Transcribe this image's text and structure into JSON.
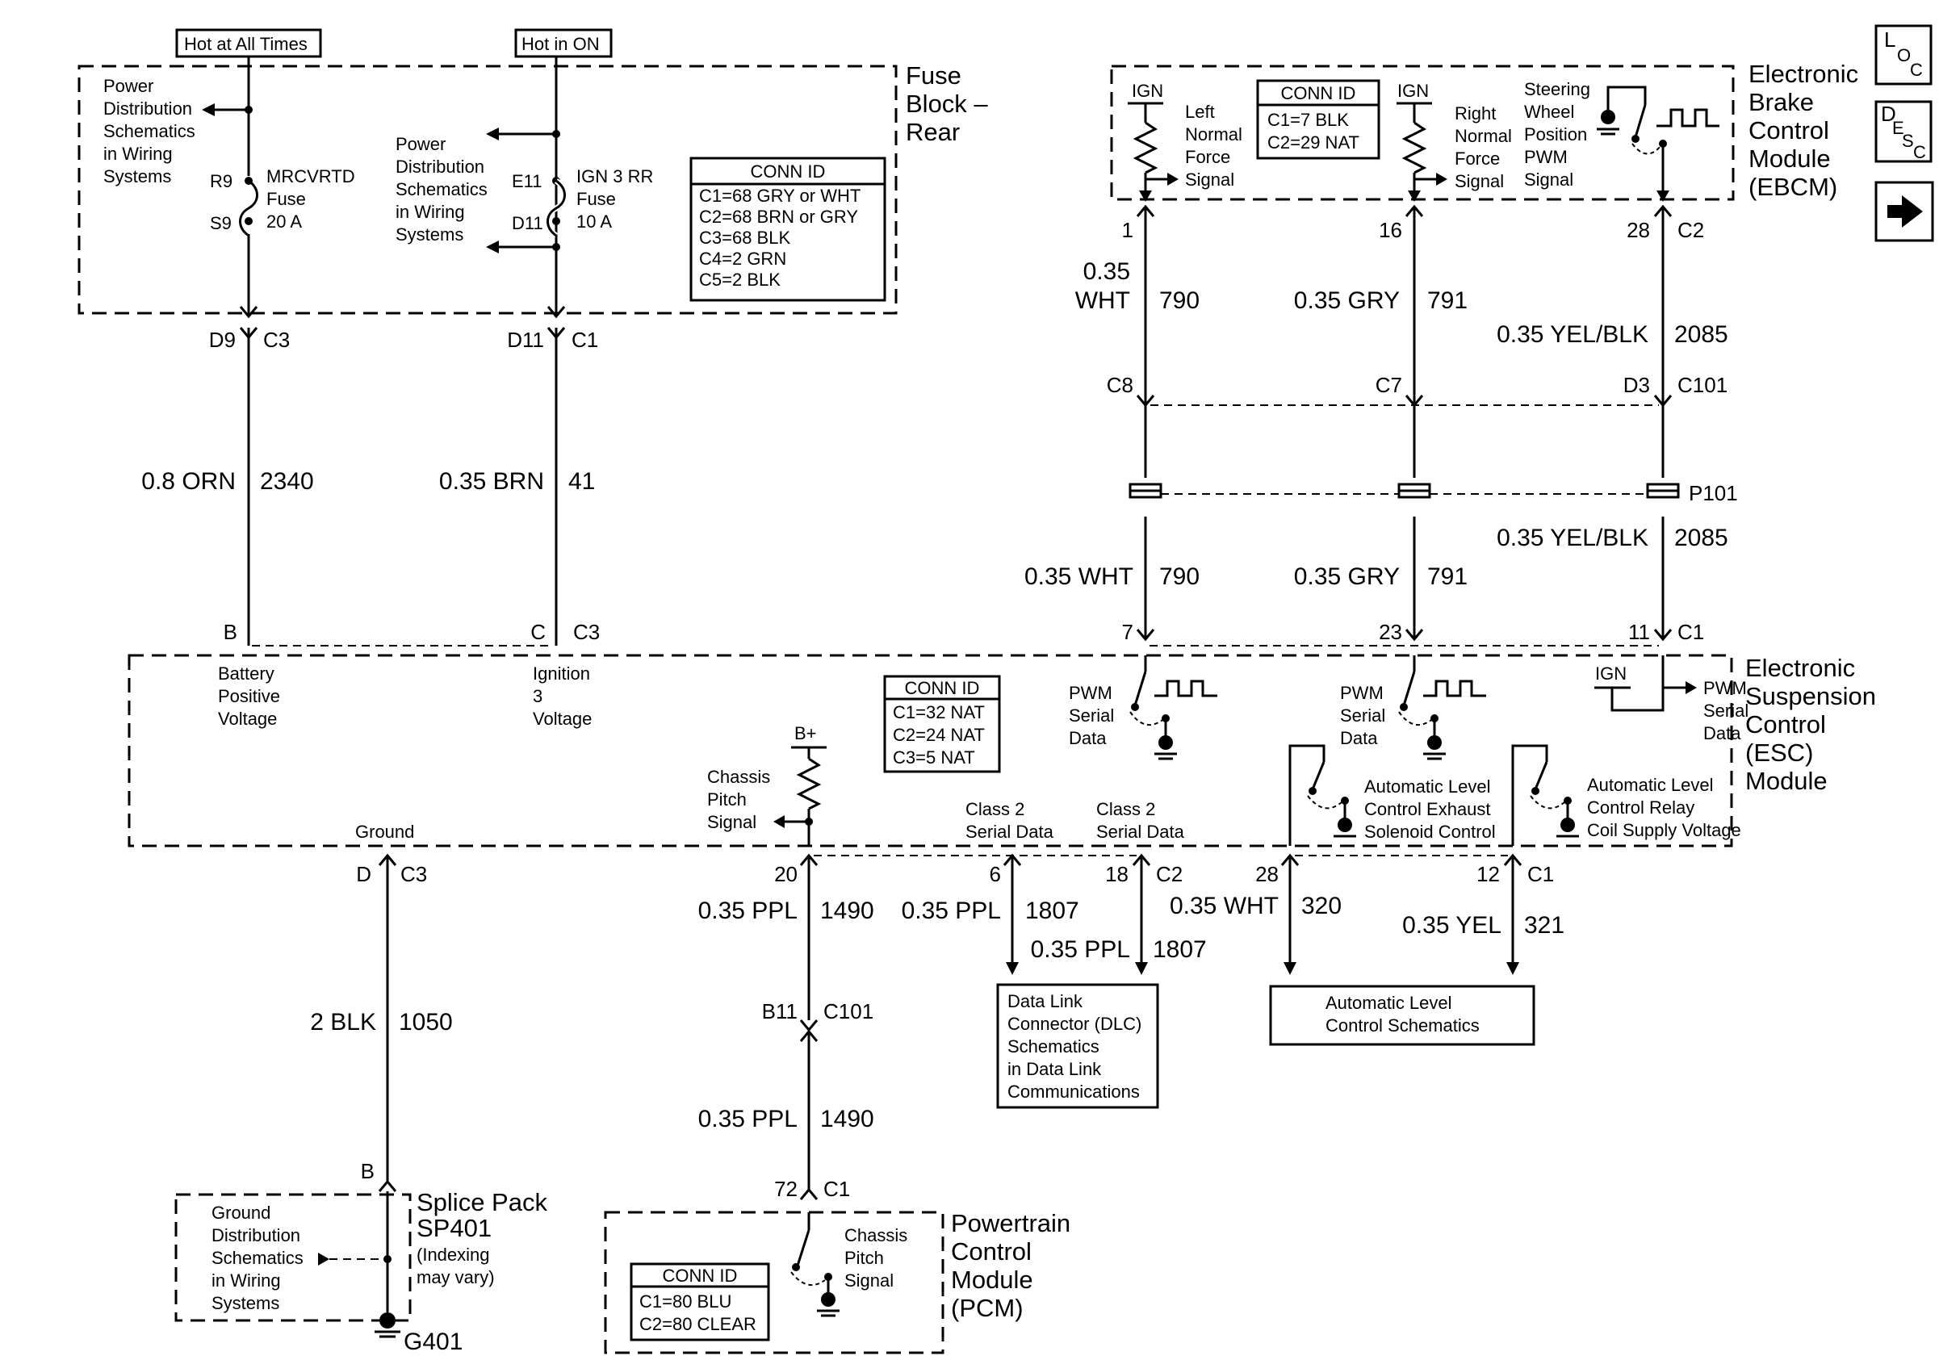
{
  "power": {
    "hot_always": "Hot at All Times",
    "hot_on": "Hot in ON"
  },
  "fuse_block": {
    "title": [
      "Fuse",
      "Block –",
      "Rear"
    ],
    "power_dist_left": [
      "Power",
      "Distribution",
      "Schematics",
      "in Wiring",
      "Systems"
    ],
    "power_dist_right": [
      "Power",
      "Distribution",
      "Schematics",
      "in Wiring",
      "Systems"
    ],
    "fuse1": {
      "top": "R9",
      "bottom": "S9",
      "label": [
        "MRCVRTD",
        "Fuse",
        "20 A"
      ]
    },
    "fuse2": {
      "top": "E11",
      "bottom": "D11",
      "label": [
        "IGN 3 RR",
        "Fuse",
        "10 A"
      ]
    },
    "conn_id": {
      "title": "CONN ID",
      "lines": [
        "C1=68 GRY or WHT",
        "C2=68 BRN or GRY",
        "C3=68 BLK",
        "C4=2 GRN",
        "C5=2 BLK"
      ]
    }
  },
  "wires_left": {
    "c1_pin": "D9",
    "c1_conn": "C3",
    "c2_pin": "D11",
    "c2_conn": "C1",
    "w1_gauge": "0.8 ORN",
    "w1_circuit": "2340",
    "w2_gauge": "0.35 BRN",
    "w2_circuit": "41",
    "esc_pin_b": "B",
    "esc_pin_c": "C",
    "esc_conn": "C3"
  },
  "ebcm": {
    "title": [
      "Electronic",
      "Brake",
      "Control",
      "Module",
      "(EBCM)"
    ],
    "ign1": "IGN",
    "ign2": "IGN",
    "left_force": [
      "Left",
      "Normal",
      "Force",
      "Signal"
    ],
    "right_force": [
      "Right",
      "Normal",
      "Force",
      "Signal"
    ],
    "steering": [
      "Steering",
      "Wheel",
      "Position",
      "PWM",
      "Signal"
    ],
    "conn_id": {
      "title": "CONN ID",
      "lines": [
        "C1=7 BLK",
        "C2=29 NAT"
      ]
    },
    "pins": {
      "p1": "1",
      "p16": "16",
      "p28": "28",
      "conn": "C2"
    }
  },
  "wires_right": {
    "a_gauge_1": "0.35",
    "a_gauge_2": "WHT",
    "a_circuit": "790",
    "b_gauge": "0.35 GRY",
    "b_circuit": "791",
    "c_gauge": "0.35 YEL/BLK",
    "c_circuit": "2085",
    "c8": "C8",
    "c7": "C7",
    "d3": "D3",
    "c101": "C101",
    "p101": "P101",
    "a2_gauge": "0.35 WHT",
    "a2_circuit": "790",
    "b2_gauge": "0.35 GRY",
    "b2_circuit": "791",
    "c2_gauge": "0.35 YEL/BLK",
    "c2_circuit": "2085",
    "esc_p7": "7",
    "esc_p23": "23",
    "esc_p11": "11",
    "esc_conn": "C1"
  },
  "esc": {
    "title": [
      "Electronic",
      "Suspension",
      "Control",
      "(ESC)",
      "Module"
    ],
    "battery": [
      "Battery",
      "Positive",
      "Voltage"
    ],
    "ignition": [
      "Ignition",
      "3",
      "Voltage"
    ],
    "conn_id": {
      "title": "CONN ID",
      "lines": [
        "C1=32 NAT",
        "C2=24 NAT",
        "C3=5 NAT"
      ]
    },
    "pwm1": [
      "PWM",
      "Serial",
      "Data"
    ],
    "pwm2": [
      "PWM",
      "Serial",
      "Data"
    ],
    "pwm3": [
      "PWM",
      "Serial",
      "Data"
    ],
    "ign": "IGN",
    "bplus": "B+",
    "chassis_pitch": [
      "Chassis",
      "Pitch",
      "Signal"
    ],
    "class2_a": [
      "Class 2",
      "Serial Data"
    ],
    "class2_b": [
      "Class 2",
      "Serial Data"
    ],
    "alc_exhaust": [
      "Automatic Level",
      "Control Exhaust",
      "Solenoid Control"
    ],
    "alc_relay": [
      "Automatic Level",
      "Control Relay",
      "Coil Supply Voltage"
    ],
    "ground": "Ground"
  },
  "bottom": {
    "gnd_pin": "D",
    "gnd_conn": "C3",
    "gnd_gauge": "2 BLK",
    "gnd_circuit": "1050",
    "p20": "20",
    "p6": "6",
    "p18": "18",
    "conn_c2": "C2",
    "p28": "28",
    "p12": "12",
    "conn_c1": "C1",
    "w20_gauge": "0.35 PPL",
    "w20_circuit": "1490",
    "w6_gauge": "0.35 PPL",
    "w6_circuit": "1807",
    "w18_gauge": "0.35 PPL",
    "w18_circuit": "1807",
    "w28_gauge": "0.35 WHT",
    "w28_circuit": "320",
    "w12_gauge": "0.35 YEL",
    "w12_circuit": "321",
    "b11": "B11",
    "c101": "C101",
    "w20b_gauge": "0.35 PPL",
    "w20b_circuit": "1490",
    "p72": "72",
    "conn_pcm": "C1",
    "dlc": [
      "Data Link",
      "Connector (DLC)",
      "Schematics",
      "in Data Link",
      "Communications"
    ],
    "alc_schem": [
      "Automatic Level",
      "Control Schematics"
    ],
    "splice_b": "B",
    "splice": [
      "Splice Pack",
      "SP401",
      "(Indexing",
      "may vary)"
    ],
    "ground_dist": [
      "Ground",
      "Distribution",
      "Schematics",
      "in Wiring",
      "Systems"
    ],
    "g401": "G401",
    "pcm_title": [
      "Powertrain",
      "Control",
      "Module",
      "(PCM)"
    ],
    "pcm_pitch": [
      "Chassis",
      "Pitch",
      "Signal"
    ],
    "pcm_conn_id": {
      "title": "CONN ID",
      "lines": [
        "C1=80 BLU",
        "C2=80 CLEAR"
      ]
    }
  },
  "nav": {
    "loc": [
      "L",
      "O",
      "C"
    ],
    "desc": [
      "D",
      "E",
      "S",
      "C"
    ],
    "next": "arrow-right-icon"
  }
}
